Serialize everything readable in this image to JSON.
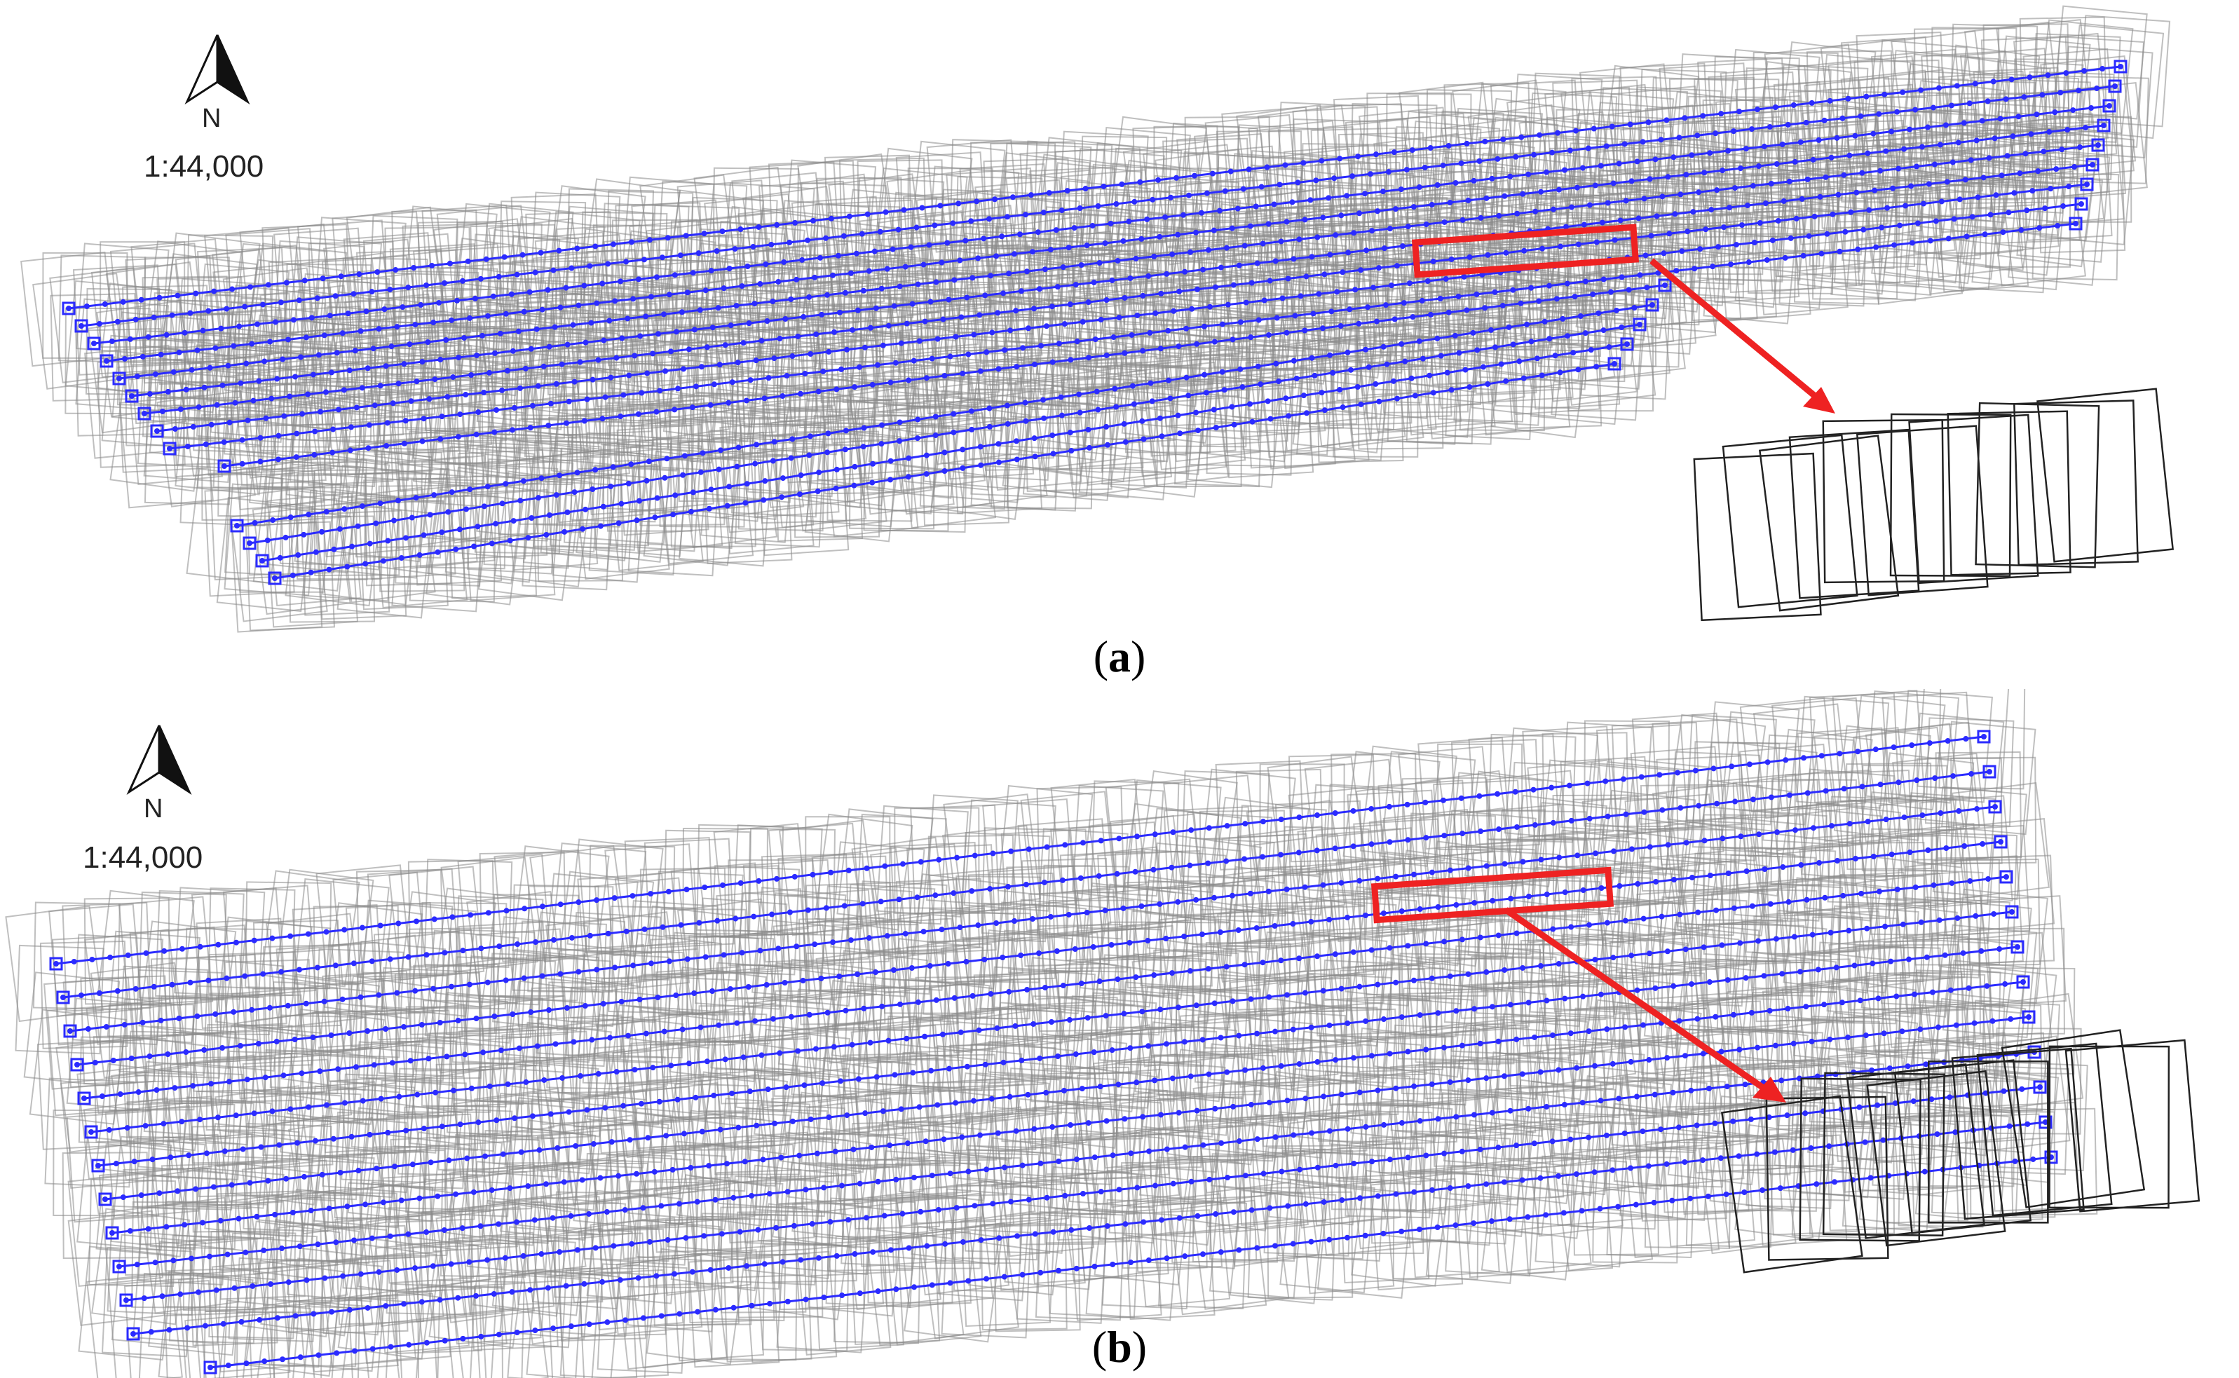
{
  "panels": [
    {
      "id": "a",
      "caption_open": "(",
      "caption_letter": "a",
      "caption_close": ")",
      "north_label": "N",
      "scale": "1:44,000"
    },
    {
      "id": "b",
      "caption_open": "(",
      "caption_letter": "b",
      "caption_close": ")",
      "north_label": "N",
      "scale": "1:44,000"
    }
  ],
  "colors": {
    "footprint": "#8a8a8a",
    "flight_line": "#2b2bff",
    "highlight": "#ee2222",
    "zoom_footprint": "#222222"
  },
  "icons": {
    "north": "north-arrow-icon",
    "zoom_arrow": "arrow-right-down-icon"
  }
}
